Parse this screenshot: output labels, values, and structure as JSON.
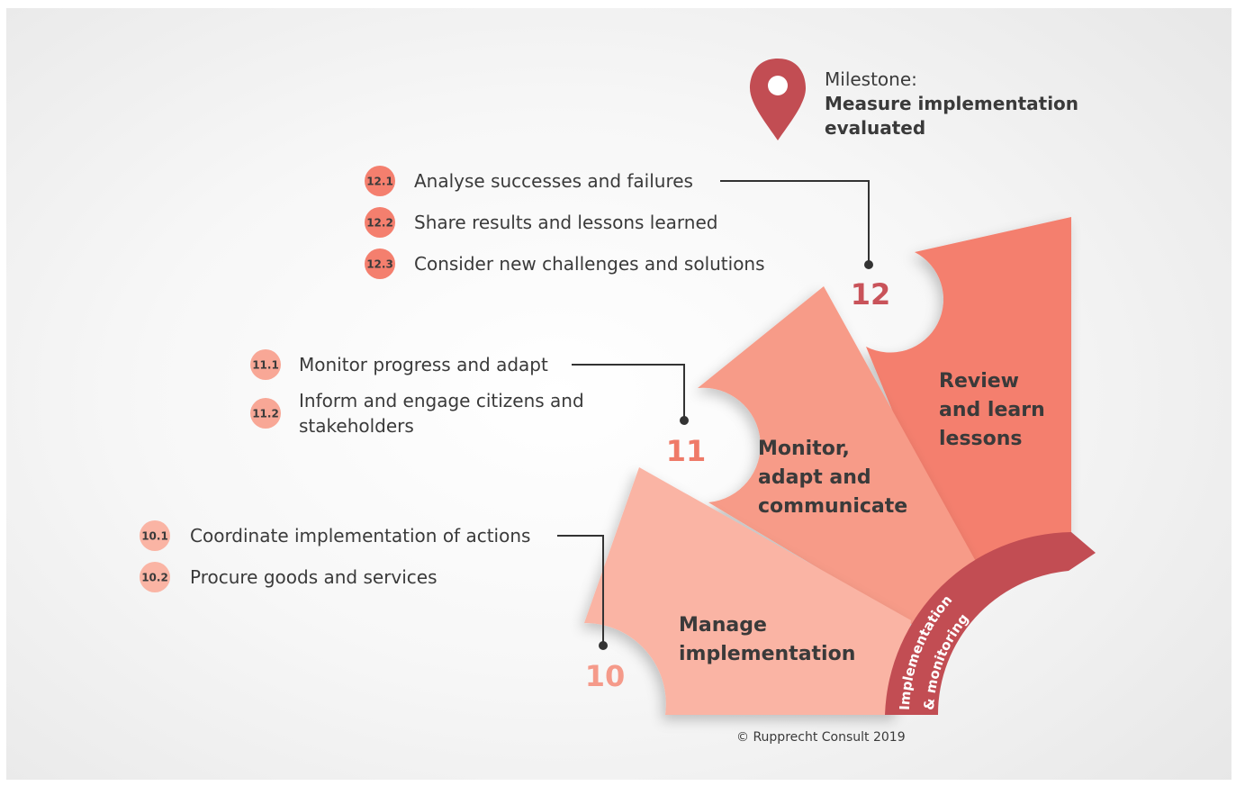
{
  "milestone": {
    "label": "Milestone:",
    "title_line1": "Measure implementation",
    "title_line2": "evaluated",
    "icon": "map-pin-icon"
  },
  "steps": [
    {
      "number": "12",
      "segment_lines": [
        "Review",
        "and learn",
        "lessons"
      ],
      "color": "#f47f6e",
      "tasks": [
        {
          "id": "12.1",
          "lines": [
            "Analyse successes and failures"
          ]
        },
        {
          "id": "12.2",
          "lines": [
            "Share results and lessons learned"
          ]
        },
        {
          "id": "12.3",
          "lines": [
            "Consider new challenges and solutions"
          ]
        }
      ]
    },
    {
      "number": "11",
      "segment_lines": [
        "Monitor,",
        "adapt and",
        "communicate"
      ],
      "color": "#f79b88",
      "tasks": [
        {
          "id": "11.1",
          "lines": [
            "Monitor progress and adapt"
          ]
        },
        {
          "id": "11.2",
          "lines": [
            "Inform and engage citizens and",
            "stakeholders"
          ]
        }
      ]
    },
    {
      "number": "10",
      "segment_lines": [
        "Manage",
        "implementation"
      ],
      "color": "#fab4a4",
      "tasks": [
        {
          "id": "10.1",
          "lines": [
            "Coordinate implementation of actions"
          ]
        },
        {
          "id": "10.2",
          "lines": [
            "Procure goods and services"
          ]
        }
      ]
    }
  ],
  "phase_label": {
    "line1": "Implementation",
    "line2": "& monitoring",
    "color": "#c24d53"
  },
  "colors": {
    "accent_dark": "#c24d53",
    "number_12": "#c9535a",
    "number_11": "#ef7a68",
    "number_10": "#f59a8a",
    "badge_12": "#f47f6e",
    "badge_11": "#f8a796",
    "badge_10": "#fab4a4",
    "text": "#3a3a3a"
  },
  "copyright": "© Rupprecht Consult 2019"
}
